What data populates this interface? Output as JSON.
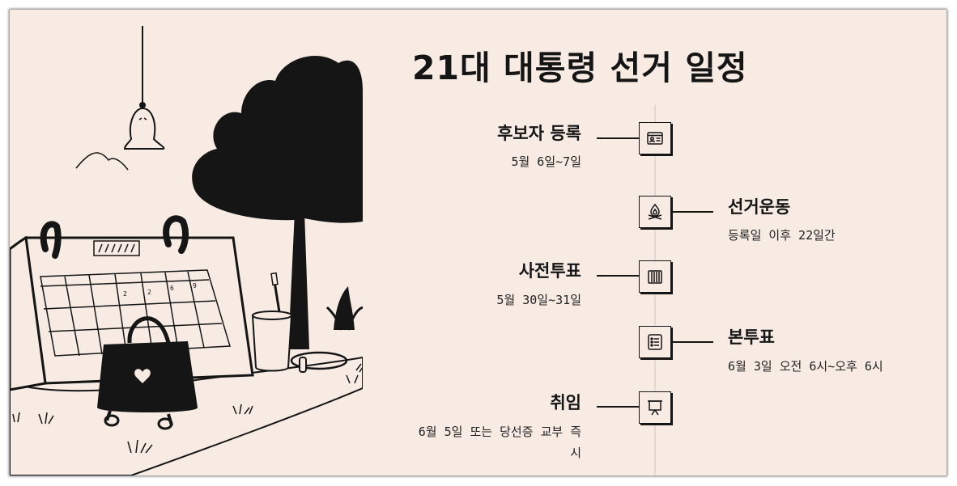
{
  "page": {
    "title": "21대 대통령 선거 일정",
    "colors": {
      "background": "#f8ebe4",
      "ink": "#151515",
      "axis": "#e2d7d1"
    },
    "illustration": {
      "subject": "calendar, handbag, tree, lamp and cup drawn in black line art",
      "calendar_marks": [
        "2",
        "2",
        "6",
        "9"
      ]
    }
  },
  "timeline": [
    {
      "title": "후보자 등록",
      "date": "5월 6일~7일",
      "side": "left",
      "icon": "id-card-icon"
    },
    {
      "title": "선거운동",
      "date": "등록일 이후 22일간",
      "side": "right",
      "icon": "campfire-icon"
    },
    {
      "title": "사전투표",
      "date": "5월 30일~31일",
      "side": "left",
      "icon": "ballot-box-icon"
    },
    {
      "title": "본투표",
      "date": "6월 3일 오전 6시~오후 6시",
      "side": "right",
      "icon": "checklist-icon"
    },
    {
      "title": "취임",
      "date": "6월 5일 또는 당선증 교부 즉시",
      "side": "left",
      "icon": "presentation-board-icon"
    }
  ]
}
